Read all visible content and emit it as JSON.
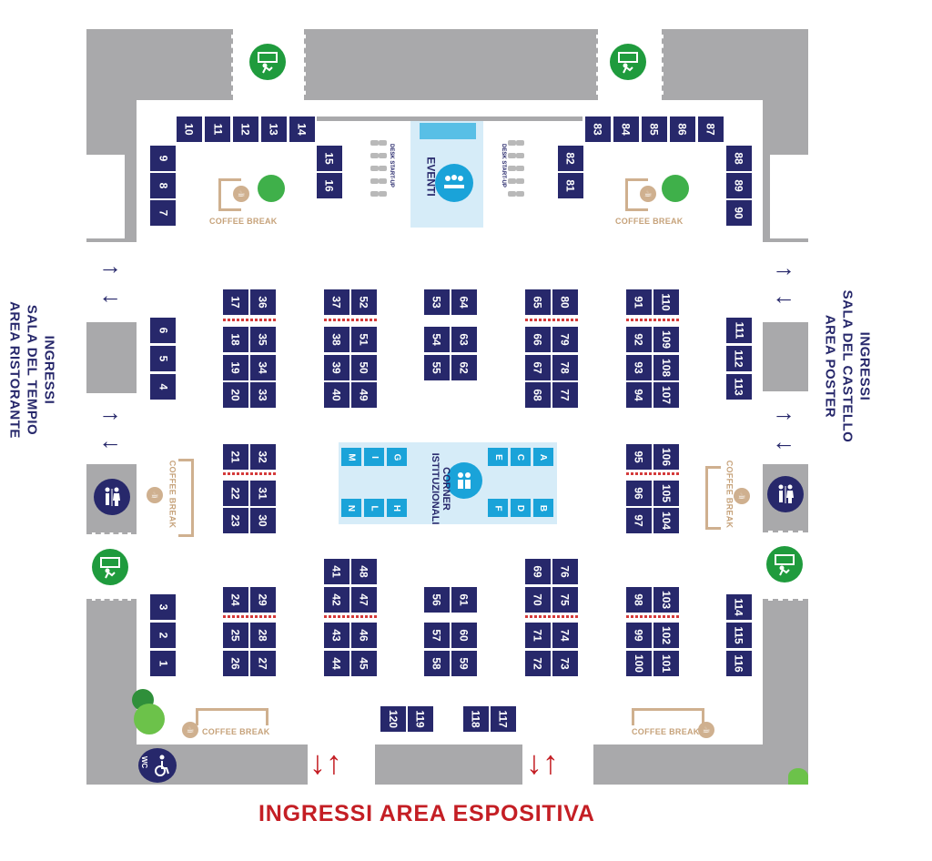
{
  "title": "INGRESSI AREA ESPOSITIVA",
  "left_label": {
    "line1": "INGRESSI",
    "line2": "SALA DEL TEMPIO",
    "line3": "AREA RISTORANTE"
  },
  "right_label": {
    "line1": "INGRESSI",
    "line2": "SALA DEL CASTELLO",
    "line3": "AREA POSTER"
  },
  "eventi": "EVENTI",
  "corner": {
    "line1": "CORNER",
    "line2": "ISTITUZIONALI"
  },
  "desk_startup": "DESK START-UP",
  "coffee_break": "COFFEE BREAK",
  "wc": "WC",
  "colors": {
    "booth": "#27286b",
    "wall": "#a9a9ab",
    "cyan": "#1aa3d9",
    "red": "#c41e24",
    "green": "#1f9b3d",
    "coffee": "#cfb08f"
  },
  "icons": [
    "emergency-exit-icon",
    "restroom-icon",
    "accessible-wc-icon",
    "coffee-cup-icon",
    "plant-icon",
    "arrow-up-icon",
    "arrow-down-icon"
  ],
  "booths": [
    "1",
    "2",
    "3",
    "4",
    "5",
    "6",
    "7",
    "8",
    "9",
    "10",
    "11",
    "12",
    "13",
    "14",
    "15",
    "16",
    "17",
    "18",
    "19",
    "20",
    "21",
    "22",
    "23",
    "24",
    "25",
    "26",
    "27",
    "28",
    "29",
    "30",
    "31",
    "32",
    "33",
    "34",
    "35",
    "36",
    "37",
    "38",
    "39",
    "40",
    "41",
    "42",
    "43",
    "44",
    "45",
    "46",
    "47",
    "48",
    "49",
    "50",
    "51",
    "52",
    "53",
    "54",
    "55",
    "56",
    "57",
    "58",
    "59",
    "60",
    "61",
    "62",
    "63",
    "64",
    "65",
    "66",
    "67",
    "68",
    "69",
    "70",
    "71",
    "72",
    "73",
    "74",
    "75",
    "76",
    "77",
    "78",
    "79",
    "80",
    "81",
    "82",
    "83",
    "84",
    "85",
    "86",
    "87",
    "88",
    "89",
    "90",
    "91",
    "92",
    "93",
    "94",
    "95",
    "96",
    "97",
    "98",
    "99",
    "100",
    "101",
    "102",
    "103",
    "104",
    "105",
    "106",
    "107",
    "108",
    "109",
    "110",
    "111",
    "112",
    "113",
    "114",
    "115",
    "116",
    "117",
    "118",
    "119",
    "120"
  ],
  "institutional_booths": [
    "A",
    "B",
    "C",
    "D",
    "E",
    "F",
    "G",
    "H",
    "I",
    "L",
    "M",
    "N"
  ]
}
